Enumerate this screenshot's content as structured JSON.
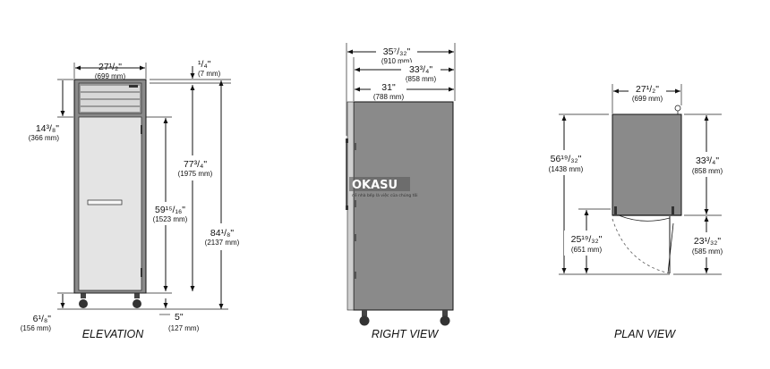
{
  "elevation": {
    "label": "ELEVATION",
    "width": {
      "imp": "27¹/₂\"",
      "mm": "(699 mm)"
    },
    "top_gap": {
      "imp": "¹/₄\"",
      "mm": "(7 mm)"
    },
    "panel_height": {
      "imp": "14³/₈\"",
      "mm": "(366 mm)"
    },
    "door_height": {
      "imp": "77³/₄\"",
      "mm": "(1975 mm)"
    },
    "handle_height": {
      "imp": "59¹⁵/₁₆\"",
      "mm": "(1523 mm)"
    },
    "overall_height": {
      "imp": "84¹/₈\"",
      "mm": "(2137 mm)"
    },
    "caster_height": {
      "imp": "6¹/₈\"",
      "mm": "(156 mm)"
    },
    "floor_gap": {
      "imp": "5\"",
      "mm": "(127 mm)"
    }
  },
  "right_view": {
    "label": "RIGHT VIEW",
    "overall_depth": {
      "imp": "35⁷/₃₂\"",
      "mm": "(910 mm)"
    },
    "depth_with_handle": {
      "imp": "33³/₄\"",
      "mm": "(858 mm)"
    },
    "cabinet_depth": {
      "imp": "31\"",
      "mm": "(788 mm)"
    },
    "watermark": "OKASU",
    "watermark_sub": "đề nhà bếp là việc của chúng tôi"
  },
  "plan_view": {
    "label": "PLAN VIEW",
    "width": {
      "imp": "27¹/₂\"",
      "mm": "(699 mm)"
    },
    "total_depth": {
      "imp": "56¹⁹/₃₂\"",
      "mm": "(1438 mm)"
    },
    "cabinet_depth": {
      "imp": "33³/₄\"",
      "mm": "(858 mm)"
    },
    "door_swing_left": {
      "imp": "25¹⁹/₃₂\"",
      "mm": "(651 mm)"
    },
    "door_swing_right": {
      "imp": "23¹/₃₂\"",
      "mm": "(585 mm)"
    }
  },
  "colors": {
    "cabinet": "#8a8a8a",
    "door": "#e4e4e4",
    "panel": "#9a9a9a",
    "lines": "#111111"
  }
}
